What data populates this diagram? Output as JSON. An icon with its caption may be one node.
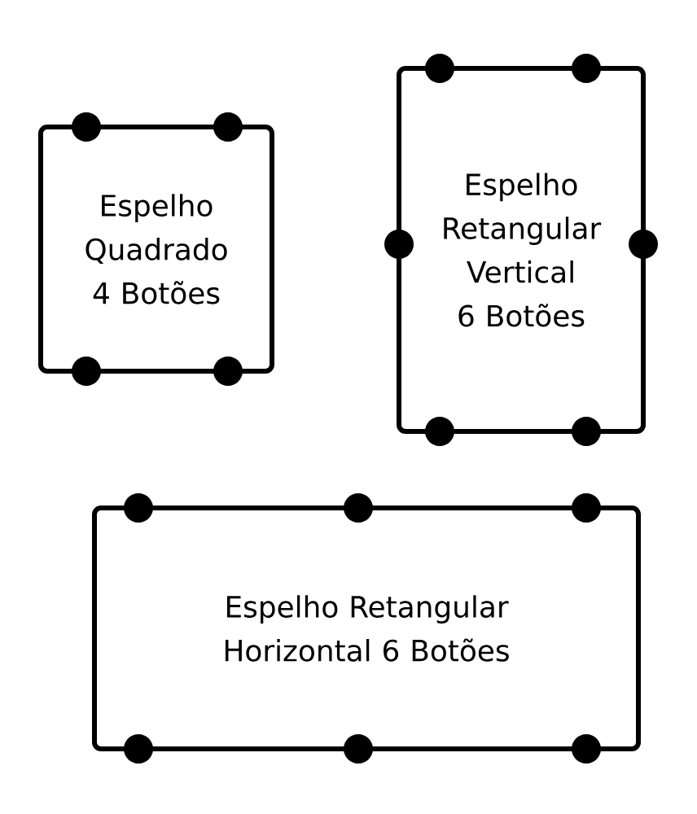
{
  "diagram": {
    "nodes": [
      {
        "text": [
          "Espelho Quadrado 4 Botões"
        ]
      },
      {
        "text": [
          "Espelho Retangular Vertical 6 Botões"
        ]
      },
      {
        "text": [
          "Espelho Retangular Horizontal 6 Botões"
        ]
      }
    ]
  }
}
